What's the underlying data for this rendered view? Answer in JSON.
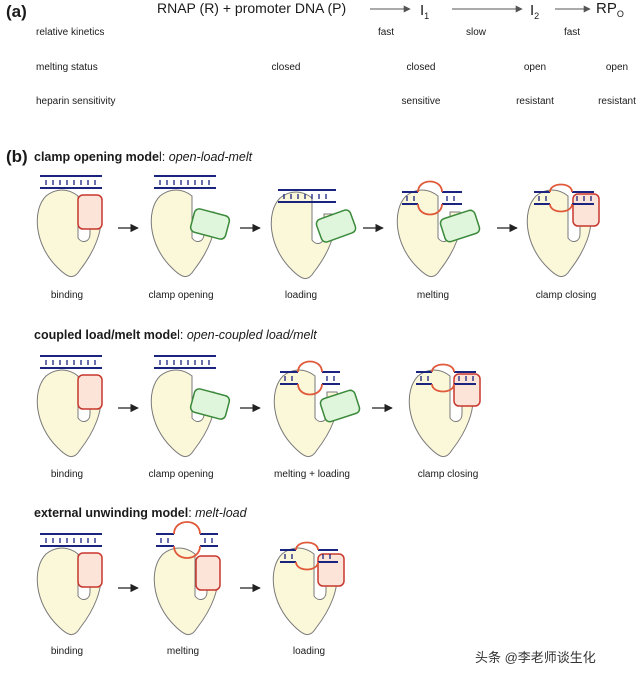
{
  "panel_a": {
    "label": "(a)",
    "scheme": {
      "reactants": "RNAP (R) + promoter DNA (P)",
      "i1": "I",
      "i1_sub": "1",
      "i2": "I",
      "i2_sub": "2",
      "rp": "RP",
      "rp_sub": "O"
    },
    "rows": [
      {
        "label": "relative kinetics",
        "cells": [
          "",
          "fast",
          "slow",
          "fast",
          ""
        ]
      },
      {
        "label": "melting status",
        "cells": [
          "closed",
          "closed",
          "",
          "open",
          "open"
        ]
      },
      {
        "label": "heparin sensitivity",
        "cells": [
          "",
          "sensitive",
          "",
          "resistant",
          "resistant"
        ]
      }
    ]
  },
  "panel_b": {
    "label": "(b)",
    "models": [
      {
        "name": "clamp opening mode",
        "name_rest": "l: ",
        "subtitle": "open-load-melt",
        "steps": [
          "binding",
          "clamp opening",
          "loading",
          "melting",
          "clamp closing"
        ]
      },
      {
        "name": "coupled load/melt mode",
        "name_rest": "l: ",
        "subtitle": "open-coupled load/melt",
        "steps": [
          "binding",
          "clamp opening",
          "melting + loading",
          "clamp closing"
        ]
      },
      {
        "name": "external unwinding model",
        "name_rest": ": ",
        "subtitle": "melt-load",
        "steps": [
          "binding",
          "melting",
          "loading"
        ]
      }
    ]
  },
  "watermark": "头条 @李老师谈生化",
  "colors": {
    "polymerase_body": "#fbf7d9",
    "body_stroke": "#7a7a7a",
    "clamp_red_stroke": "#c8372d",
    "clamp_red_fill": "#fde4d8",
    "clamp_green_stroke": "#3a8a3a",
    "clamp_green_fill": "#dff5dc",
    "dna": "#1a237e",
    "bubble": "#e05a3a"
  }
}
